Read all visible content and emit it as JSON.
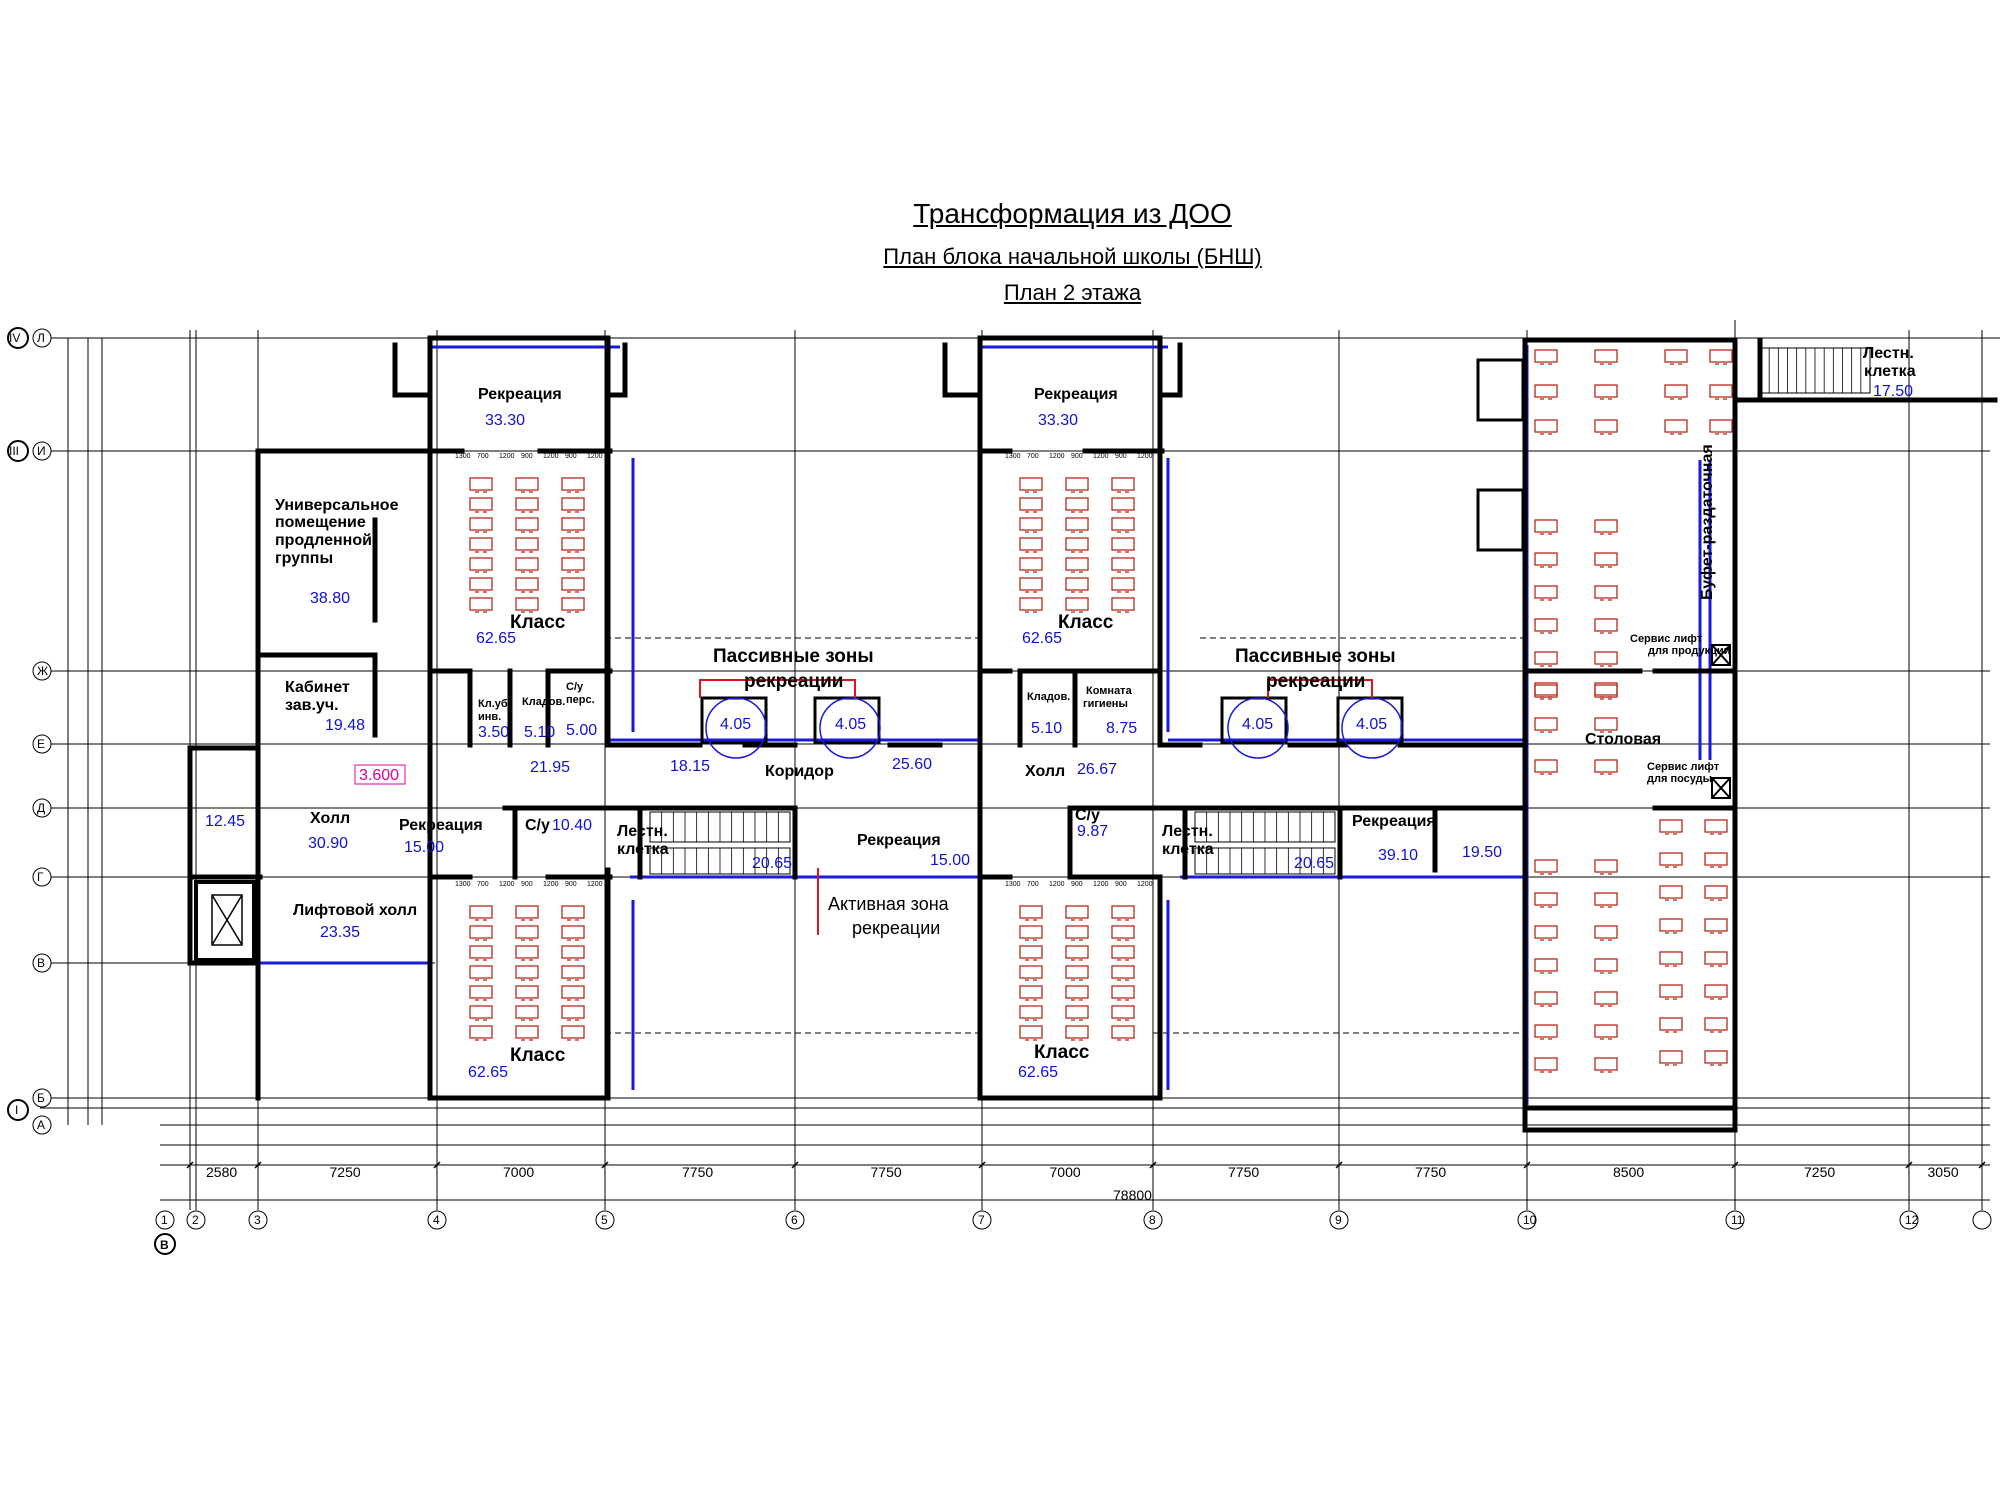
{
  "titles": {
    "main": "Трансформация из ДОО",
    "sub": "План блока начальной школы (БНШ)",
    "floor": "План 2 этажа"
  },
  "rooms": {
    "univ_name": [
      "Универсальное",
      "помещение",
      "продленной",
      "группы"
    ],
    "univ_area": "38.80",
    "kab_name": [
      "Кабинет",
      "зав.уч."
    ],
    "kab_area": "19.48",
    "stair_w_area": "12.45",
    "hall_w_name": "Холл",
    "hall_w_area": "30.90",
    "level_mark": "3.600",
    "lift_name": "Лифтовой холл",
    "lift_area": "23.35",
    "rec_w_name": "Рекреация",
    "rec_w_area": "15.00",
    "rec1_name": "Рекреация",
    "rec1_area": "33.30",
    "class1_name": "Класс",
    "class1_area": "62.65",
    "klub_name": [
      "Кл.уб.",
      "инв."
    ],
    "klub_area": "3.50",
    "klad1_name": "Кладов.",
    "klad1_area": "5.10",
    "su_pers_name": [
      "С/у",
      "перс."
    ],
    "su_pers_area": "5.00",
    "hall2_area": "21.95",
    "su1_name": "С/у",
    "su1_area": "10.40",
    "class2_name": "Класс",
    "class2_area": "62.65",
    "stair1_name": [
      "Лестн.",
      "клетка"
    ],
    "stair1_area": "20.65",
    "pass1_name": [
      "Пассивные зоны",
      "рекреации"
    ],
    "pass1_alcove1": "4.05",
    "pass1_alcove2": "4.05",
    "corr1_area": "18.15",
    "corr_name": "Коридор",
    "corr2_area": "25.60",
    "rec_mid_name": "Рекреация",
    "rec_mid_area": "15.00",
    "active_zone": [
      "Активная зона",
      "рекреации"
    ],
    "rec2_name": "Рекреация",
    "rec2_area": "33.30",
    "class3_name": "Класс",
    "class3_area": "62.65",
    "klad2_name": "Кладов.",
    "klad2_area": "5.10",
    "hyg_name": [
      "Комната",
      "гигиены"
    ],
    "hyg_area": "8.75",
    "hall3_name": "Холл",
    "hall3_area": "26.67",
    "su2_name": "С/у",
    "su2_area": "9.87",
    "stair2_name": [
      "Лестн.",
      "клетка"
    ],
    "stair2_area": "20.65",
    "class4_name": "Класс",
    "class4_area": "62.65",
    "pass2_name": [
      "Пассивные зоны",
      "рекреации"
    ],
    "pass2_alcove1": "4.05",
    "pass2_alcove2": "4.05",
    "rec3_name": "Рекреация",
    "rec3_area": "39.10",
    "rec3_area2": "19.50",
    "canteen_name": "Столовая",
    "buffet_name": "Буфет-раздаточная",
    "lift_prod": [
      "Сервис лифт",
      "для продукции"
    ],
    "lift_dish": [
      "Сервис лифт",
      "для посуды"
    ],
    "stair3_name": [
      "Лестн.",
      "клетка"
    ],
    "stair3_area": "17.50"
  },
  "dimensions": {
    "bays": [
      "2580",
      "7250",
      "7000",
      "7750",
      "7750",
      "7000",
      "7750",
      "7750",
      "8500",
      "7250",
      "3050"
    ],
    "total": "78800",
    "inner_sample": [
      "1300",
      "700",
      "1200",
      "900",
      "1200",
      "900",
      "1200"
    ]
  },
  "axes": {
    "columns": [
      "1",
      "2",
      "3",
      "4",
      "5",
      "6",
      "7",
      "8",
      "9",
      "10",
      "11",
      "12"
    ],
    "rows": [
      "Л",
      "И",
      "Ж",
      "Е",
      "Д",
      "Г",
      "В",
      "Б",
      "А"
    ],
    "roman": [
      "IV",
      "III",
      "I"
    ],
    "corner": "В"
  },
  "colors": {
    "wall": "#000000",
    "window": "#1a1ad8",
    "furniture": "#b8281a",
    "annotation": "#e0141e",
    "area_text": "#1010d8",
    "level_text": "#e000a0"
  }
}
